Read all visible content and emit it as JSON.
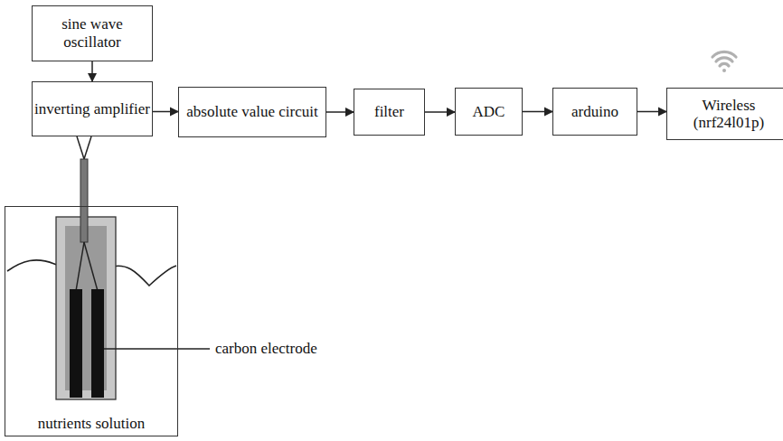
{
  "diagram": {
    "nodes": [
      {
        "text": [
          "sine wave oscillator"
        ]
      },
      {
        "text": [
          "inverting amplifier"
        ]
      },
      {
        "text": [
          "absolute value circuit"
        ]
      },
      {
        "text": [
          "filter"
        ]
      },
      {
        "text": [
          "ADC"
        ]
      },
      {
        "text": [
          "arduino"
        ]
      },
      {
        "text": [
          "Wireless (nrf24l01p)"
        ]
      },
      {
        "text": [
          "nutrients solution"
        ]
      }
    ],
    "edges": [
      {
        "from": 0,
        "to": 1,
        "arrow": "to"
      },
      {
        "from": 1,
        "to": 2,
        "arrow": "to"
      },
      {
        "from": 2,
        "to": 3,
        "arrow": "to"
      },
      {
        "from": 3,
        "to": 4,
        "arrow": "to"
      },
      {
        "from": 4,
        "to": 5,
        "arrow": "to"
      },
      {
        "from": 5,
        "to": 6,
        "arrow": "to"
      }
    ],
    "labels": [
      "carbon electrode"
    ]
  }
}
